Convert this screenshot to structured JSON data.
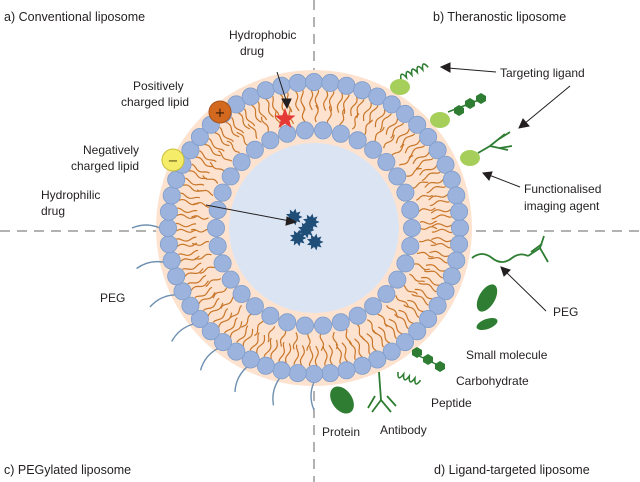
{
  "quadrants": {
    "a": "a) Conventional liposome",
    "b": "b) Theranostic liposome",
    "c": "c) PEGylated liposome",
    "d": "d) Ligand-targeted liposome"
  },
  "labels": {
    "hydrophobic_drug": [
      "Hydrophobic",
      "drug"
    ],
    "positively_charged_lipid": [
      "Positively",
      "charged lipid"
    ],
    "negatively_charged_lipid": [
      "Negatively",
      "charged lipid"
    ],
    "hydrophilic_drug": [
      "Hydrophilic",
      "drug"
    ],
    "targeting_ligand": "Targeting ligand",
    "functionalised_imaging_agent": [
      "Functionalised",
      "imaging agent"
    ],
    "peg_left": "PEG",
    "peg_right": "PEG",
    "small_molecule": "Small molecule",
    "carbohydrate": "Carbohydrate",
    "peptide": "Peptide",
    "protein": "Protein",
    "antibody": "Antibody"
  },
  "symbols": {
    "positive": "+",
    "negative": "−"
  },
  "colors": {
    "head": "#9bb3dd",
    "head_stroke": "#7f9cc9",
    "tail": "#c8762a",
    "bilayer": "#fde3cf",
    "core": "#dbe4f3",
    "drug": "#1f4e79",
    "positive_lipid": "#d2691e",
    "negative_lipid": "#f5ec6a",
    "hydrophobic_star": "#e53935",
    "ligand_green": "#2e7d32",
    "imaging_green": "#a5cf5a",
    "peg_blue": "#6e8fb0",
    "divider": "#666666"
  }
}
